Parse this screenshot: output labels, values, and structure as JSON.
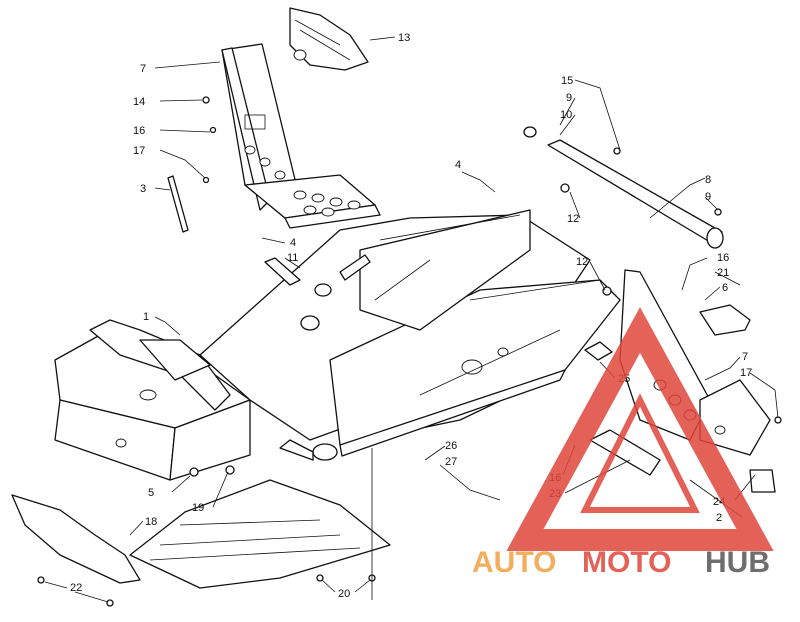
{
  "callouts": [
    "1",
    "2",
    "3",
    "4",
    "4",
    "5",
    "6",
    "7",
    "7",
    "8",
    "9",
    "9",
    "10",
    "11",
    "12",
    "12",
    "13",
    "14",
    "15",
    "16",
    "16",
    "16",
    "17",
    "17",
    "18",
    "19",
    "20",
    "21",
    "22",
    "23",
    "24",
    "25",
    "26",
    "27"
  ],
  "watermark": {
    "part1": "AUTO",
    "part2": "MOTO",
    "part3": "HUB",
    "color_red": "#e0463c",
    "color_orange": "#f0a040",
    "color_grey": "#555555"
  },
  "colors": {
    "line": "#111111",
    "paper": "#ffffff"
  }
}
